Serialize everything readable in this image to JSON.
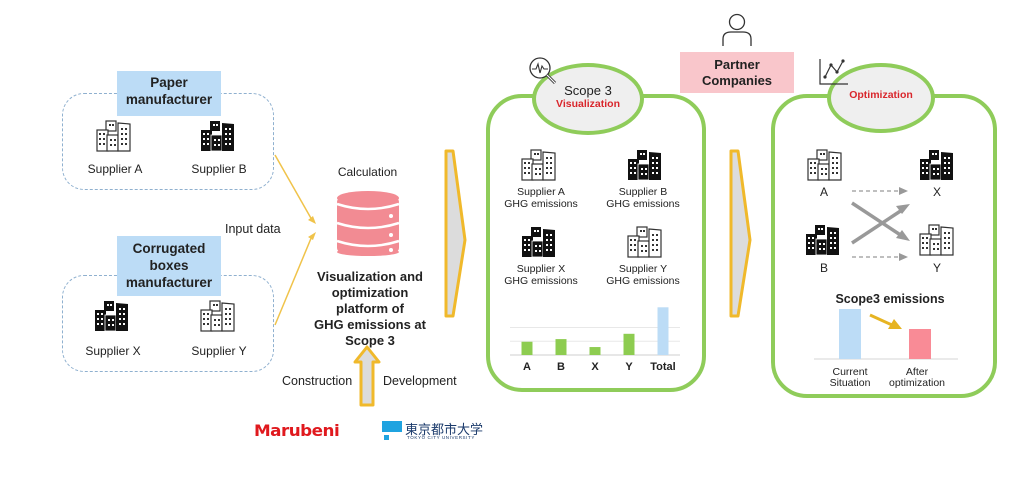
{
  "left": {
    "groups": [
      {
        "title": "Paper manufacturer",
        "title_lines": [
          "Paper",
          "manufacturer"
        ],
        "suppliers": [
          {
            "name": "Supplier A",
            "icon": "building-outline-icon"
          },
          {
            "name": "Supplier B",
            "icon": "building-solid-icon"
          }
        ]
      },
      {
        "title": "Corrugated boxes manufacturer",
        "title_lines": [
          "Corrugated",
          "boxes",
          "manufacturer"
        ],
        "suppliers": [
          {
            "name": "Supplier X",
            "icon": "building-solid-icon"
          },
          {
            "name": "Supplier Y",
            "icon": "building-outline-icon"
          }
        ]
      }
    ],
    "input_label": "Input data"
  },
  "center": {
    "calculation_label": "Calculation",
    "database_icon": "database-icon",
    "platform_lines": [
      "Visualization and",
      "optimization",
      "platform of",
      "GHG emissions at",
      "Scope 3"
    ],
    "construction_label": "Construction",
    "development_label": "Development",
    "logos": {
      "marubeni": "Marubeni",
      "tcu_jp": "東京都市大学",
      "tcu_en": "TOKYO CITY UNIVERSITY"
    }
  },
  "visualization": {
    "title": "Scope 3",
    "subtitle": "Visualization",
    "icon": "magnifier-pulse-icon",
    "suppliers": [
      {
        "line1": "Supplier A",
        "line2": "GHG emissions",
        "icon": "building-outline-icon"
      },
      {
        "line1": "Supplier B",
        "line2": "GHG emissions",
        "icon": "building-solid-icon"
      },
      {
        "line1": "Supplier X",
        "line2": "GHG emissions",
        "icon": "building-solid-icon"
      },
      {
        "line1": "Supplier Y",
        "line2": "GHG emissions",
        "icon": "building-outline-icon"
      }
    ]
  },
  "partner": {
    "label_lines": [
      "Partner",
      "Companies"
    ],
    "icon": "person-icon"
  },
  "optimization": {
    "title": "Optimization",
    "icon": "line-chart-icon",
    "nodes": {
      "a": "A",
      "b": "B",
      "x": "X",
      "y": "Y"
    },
    "chart_title": "Scope3 emissions",
    "bar_labels": [
      [
        "Current",
        "Situation"
      ],
      [
        "After",
        "optimization"
      ]
    ]
  },
  "colors": {
    "accent_red": "#d9262c",
    "panel_green": "#8fcc5a",
    "arrow_gold": "#f0b92b",
    "label_blue": "#bcdcf6",
    "partner_pink": "#f9c6cb",
    "db_pink": "#f28b93",
    "bar_green": "#8dcc50",
    "bar_blue": "#bcdcf6",
    "bar_pink": "#f98b96"
  },
  "chart_data": [
    {
      "type": "bar",
      "title": "",
      "categories": [
        "A",
        "B",
        "X",
        "Y",
        "Total"
      ],
      "values": [
        2.5,
        3,
        1.5,
        4,
        9
      ],
      "xlabel": "",
      "ylabel": "",
      "ylim": [
        0,
        10
      ],
      "grid": true,
      "colors": [
        "#8dcc50",
        "#8dcc50",
        "#8dcc50",
        "#8dcc50",
        "#bcdcf6"
      ]
    },
    {
      "type": "bar",
      "title": "Scope3 emissions",
      "categories": [
        "Current Situation",
        "After optimization"
      ],
      "values": [
        10,
        6
      ],
      "xlabel": "",
      "ylabel": "",
      "ylim": [
        0,
        10
      ],
      "grid": false,
      "colors": [
        "#bcdcf6",
        "#f98b96"
      ]
    }
  ]
}
